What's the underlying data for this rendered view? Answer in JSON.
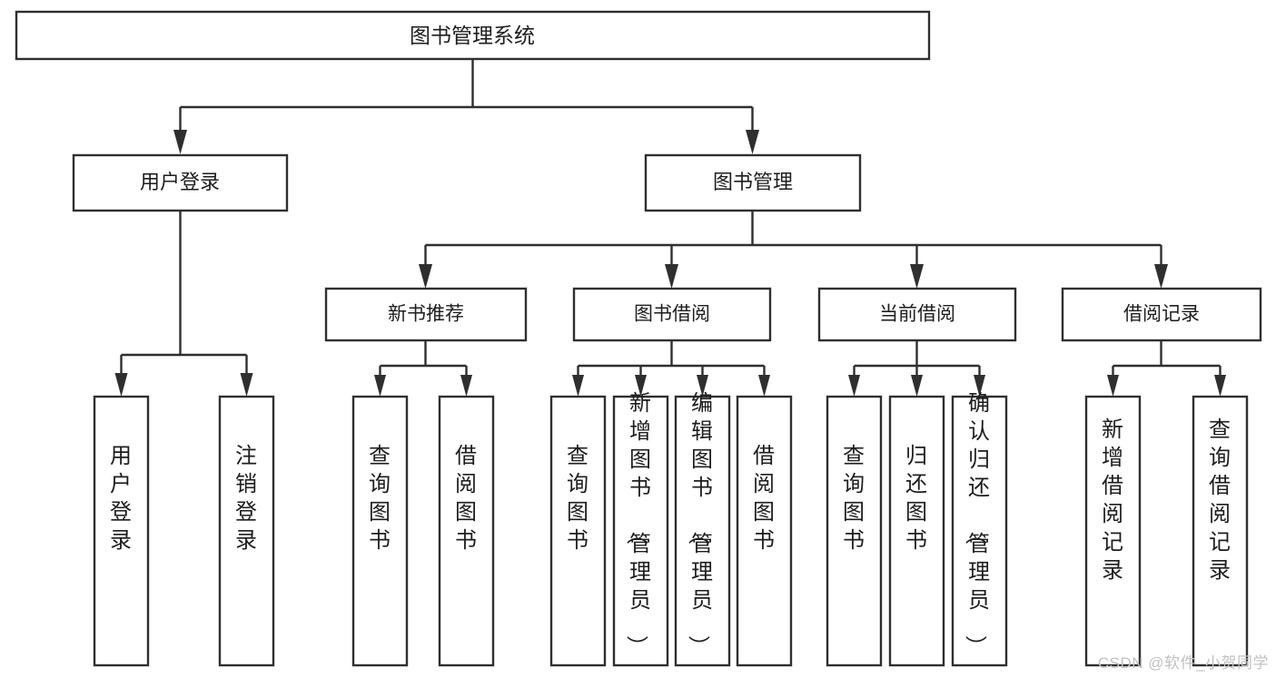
{
  "diagram": {
    "title": "图书管理系统",
    "watermark": "CSDN @软件_小贺同学",
    "type": "tree-hierarchy-diagram"
  },
  "nodes": {
    "root": {
      "label": "图书管理系统"
    },
    "level2": [
      {
        "label": "用户登录"
      },
      {
        "label": "图书管理"
      }
    ],
    "level3": [
      {
        "label": "新书推荐"
      },
      {
        "label": "图书借阅"
      },
      {
        "label": "当前借阅"
      },
      {
        "label": "借阅记录"
      }
    ],
    "leaves": {
      "user_login": [
        {
          "label": "用户登录"
        },
        {
          "label": "注销登录"
        }
      ],
      "new_book_recommend": [
        {
          "label": "查询图书"
        },
        {
          "label": "借阅图书"
        }
      ],
      "book_borrow": [
        {
          "label": "查询图书"
        },
        {
          "label": "新增图书（管理员）"
        },
        {
          "label": "编辑图书（管理员）"
        },
        {
          "label": "借阅图书"
        }
      ],
      "current_borrow": [
        {
          "label": "查询图书"
        },
        {
          "label": "归还图书"
        },
        {
          "label": "确认归还（管理员）"
        }
      ],
      "borrow_record": [
        {
          "label": "新增借阅记录"
        },
        {
          "label": "查询借阅记录"
        }
      ]
    }
  },
  "colors": {
    "stroke": "#2f2f2f",
    "fill": "#ffffff",
    "text": "#1d1d1d",
    "watermark": "#c2c2c2"
  }
}
